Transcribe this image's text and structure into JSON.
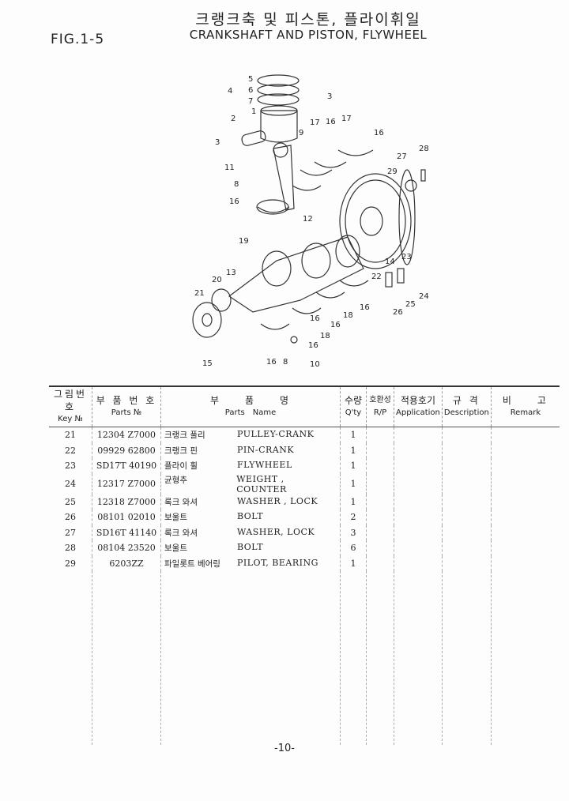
{
  "header": {
    "fig": "FIG.1-5",
    "title_ko": "크랭크축 및 피스톤, 플라이휘일",
    "title_en": "CRANKSHAFT AND PISTON, FLYWHEEL"
  },
  "diagram": {
    "callouts": [
      "5",
      "6",
      "7",
      "4",
      "3",
      "1",
      "2",
      "3",
      "9",
      "17",
      "16",
      "17",
      "16",
      "27",
      "28",
      "29",
      "11",
      "8",
      "16",
      "12",
      "19",
      "13",
      "20",
      "21",
      "14",
      "23",
      "22",
      "24",
      "25",
      "26",
      "16",
      "18",
      "16",
      "16",
      "18",
      "16",
      "15",
      "16",
      "8",
      "10"
    ]
  },
  "table": {
    "headers": [
      {
        "ko": "그림번호",
        "en": "Key №"
      },
      {
        "ko": "부 품 번 호",
        "en": "Parts №"
      },
      {
        "ko": "부　　품　　명",
        "en": "Parts　Name"
      },
      {
        "ko": "수량",
        "en": "Q'ty"
      },
      {
        "ko": "호환성",
        "en": "R/P"
      },
      {
        "ko": "적용호기",
        "en": "Application"
      },
      {
        "ko": "규 격",
        "en": "Description"
      },
      {
        "ko": "비　　고",
        "en": "Remark"
      }
    ],
    "rows": [
      {
        "key": "21",
        "part_no": "12304 Z7000",
        "name_ko": "크랭크 풀리",
        "name_en": "PULLEY-CRANK",
        "qty": "1"
      },
      {
        "key": "22",
        "part_no": "09929 62800",
        "name_ko": "크랭크 핀",
        "name_en": "PIN-CRANK",
        "qty": "1"
      },
      {
        "key": "23",
        "part_no": "SD17T 40190",
        "name_ko": "플라이 휠",
        "name_en": "FLYWHEEL",
        "qty": "1"
      },
      {
        "key": "24",
        "part_no": "12317 Z7000",
        "name_ko": "균형추",
        "name_en": "WEIGHT , COUNTER",
        "qty": "1"
      },
      {
        "key": "25",
        "part_no": "12318 Z7000",
        "name_ko": "록크 와셔",
        "name_en": "WASHER , LOCK",
        "qty": "1"
      },
      {
        "key": "26",
        "part_no": "08101 02010",
        "name_ko": "보울트",
        "name_en": "BOLT",
        "qty": "2"
      },
      {
        "key": "27",
        "part_no": "SD16T 41140",
        "name_ko": "록크 와셔",
        "name_en": "WASHER, LOCK",
        "qty": "3"
      },
      {
        "key": "28",
        "part_no": "08104 23520",
        "name_ko": "보울트",
        "name_en": "BOLT",
        "qty": "6"
      },
      {
        "key": "29",
        "part_no": "6203ZZ",
        "name_ko": "파일롯트 베어링",
        "name_en": "PILOT, BEARING",
        "qty": "1"
      }
    ]
  },
  "footer": {
    "page": "-10-"
  }
}
